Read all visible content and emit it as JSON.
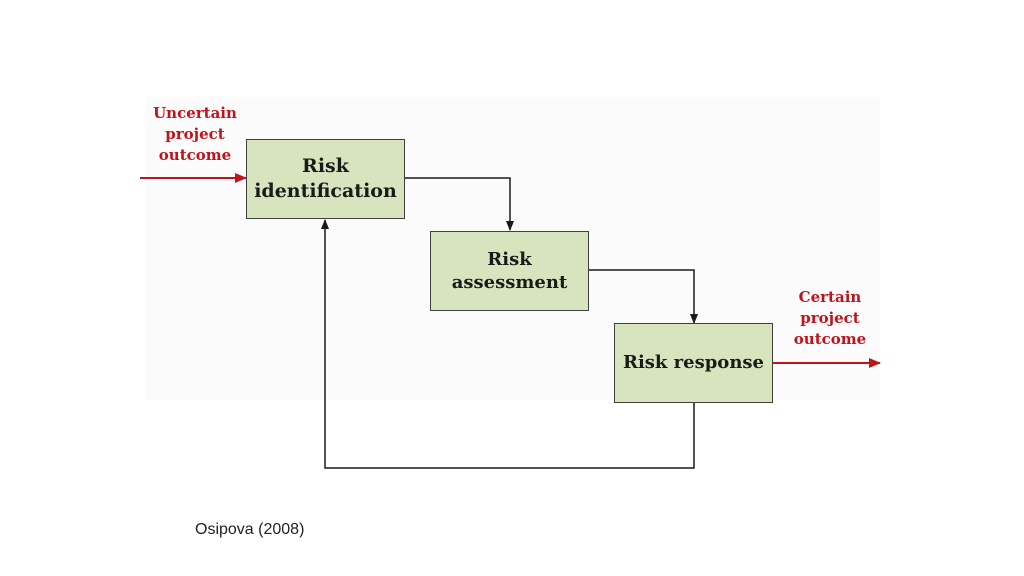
{
  "diagram": {
    "input_label": [
      "Uncertain",
      "project",
      "outcome"
    ],
    "output_label": [
      "Certain",
      "project",
      "outcome"
    ],
    "boxes": {
      "identification": [
        "Risk",
        "identification"
      ],
      "assessment": [
        "Risk",
        "assessment"
      ],
      "response": [
        "Risk response"
      ]
    },
    "colors": {
      "box_fill": "#d7e4bd",
      "box_border": "#404040",
      "accent_red": "#c0141c",
      "connector": "#1a1a1a"
    }
  },
  "citation": "Osipova (2008)"
}
